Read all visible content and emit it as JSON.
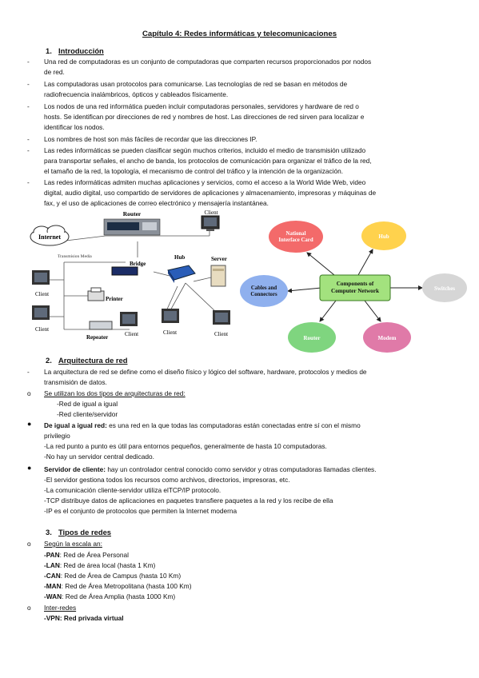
{
  "title": "Capítulo 4: Redes informáticas y telecomunicaciones",
  "s1": {
    "num": "1.",
    "heading": "Introducción",
    "lines": [
      "Una red de computadoras es un conjunto de computadoras que comparten recursos proporcionados por nodos",
      "de red.",
      "Las computadoras usan protocolos para comunicarse. Las tecnologías de red se basan en métodos de",
      "radiofrecuencia inalámbricos, ópticos y cableados físicamente.",
      "Los nodos de una red informática pueden incluir computadoras personales, servidores y hardware de red o",
      "hosts. Se identifican por direcciones de red y nombres de host. Las direcciones de red sirven para localizar e",
      "identificar los nodos.",
      "Los nombres de host son más fáciles de recordar que las direcciones IP.",
      "Las redes informáticas se pueden clasificar según muchos criterios, incluido el medio de transmisión utilizado",
      "para transportar señales, el ancho de banda, los protocolos de comunicación para organizar el tráfico de la red,",
      "el tamaño de la red, la topología, el mecanismo de control del tráfico y la intención de la organización.",
      "Las redes informáticas admiten muchas aplicaciones y servicios, como el acceso a la World Wide Web, video",
      "digital, audio digital, uso compartido de servidores de aplicaciones y almacenamiento, impresoras y máquinas de",
      "fax, y el uso de aplicaciones de correo electrónico y mensajería instantánea."
    ]
  },
  "net": {
    "router": "Router",
    "client_top": "Client",
    "internet": "Internet",
    "tmedia": "Transmision Media",
    "bridge": "Bridge",
    "hub": "Hub",
    "server": "Server",
    "client_left1": "Client",
    "printer": "Printer",
    "client_left2": "Client",
    "repeater": "Repeater",
    "client_b1": "Client",
    "client_b2": "Client",
    "client_b3": "Client"
  },
  "comp": {
    "center": "Components of Computer Network",
    "nic": "National Interface Card",
    "hub": "Hub",
    "cables": "Cables and Connectors",
    "switches": "Switches",
    "router": "Router",
    "modem": "Modem",
    "colors": {
      "nic": "#f36a6a",
      "hub": "#ffd24d",
      "cables": "#8fb0ee",
      "switches": "#d6d6d6",
      "router": "#7fd57f",
      "modem": "#e07aa8",
      "center": "#a3e27e"
    }
  },
  "s2": {
    "num": "2.",
    "heading": "Arquitectura de red",
    "intro1": "La arquitectura de red se define como el diseño físico y lógico del software, hardware, protocolos y medios de",
    "intro2": "transmisión de datos.",
    "types_label": "Se utilizan los dos tipos de arquitecturas de red:",
    "type1": "-Red de igual a igual",
    "type2": "-Red cliente/servidor",
    "p2p_term": "De igual a igual red:",
    "p2p_def1": " es una red en la que todas las computadoras están conectadas entre sí con el mismo",
    "p2p_def2": "privilegio",
    "p2p_l1": "-La red punto a punto es útil para entornos pequeños, generalmente de hasta 10 computadoras.",
    "p2p_l2": "-No hay un servidor central dedicado.",
    "cs_term": "Servidor de cliente:",
    "cs_def": " hay un controlador central conocido como servidor y otras computadoras llamadas clientes.",
    "cs_l1": "-El servidor gestiona todos los recursos como archivos, directorios, impresoras, etc.",
    "cs_l2": "-La comunicación cliente-servidor utiliza elTCP/IP protocolo.",
    "cs_l3": "-TCP distribuye datos de aplicaciones en paquetes transfiere paquetes a la red y los recibe de ella",
    "cs_l4": "-IP es el conjunto de protocolos que permiten la Internet moderna"
  },
  "s3": {
    "num": "3.",
    "heading": "Tipos de redes",
    "scale_label": "Según la escala an:",
    "items": [
      {
        "abbr": "-PAN",
        "rest": ": Red de Área Personal"
      },
      {
        "abbr": "-LAN",
        "rest": ": Red de área local (hasta 1 Km)"
      },
      {
        "abbr": "-CAN",
        "rest": ": Red de Área de Campus (hasta 10 Km)"
      },
      {
        "abbr": "-MAN",
        "rest": ": Red de Área Metropolitana (hasta 100 Km)"
      },
      {
        "abbr": "-WAN",
        "rest": ": Red de Área Amplia (hasta 1000 Km)"
      }
    ],
    "inter_label": "Inter-redes",
    "vpn_abbr": "-VPN",
    "vpn_rest": ": Red privada virtual"
  }
}
